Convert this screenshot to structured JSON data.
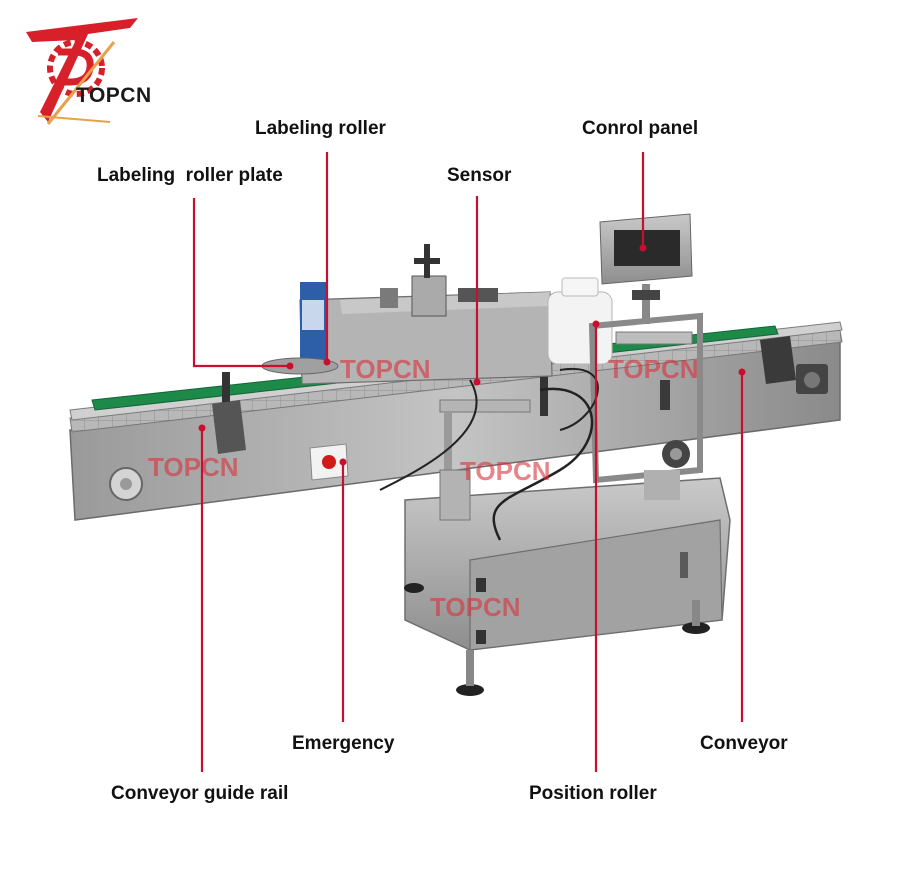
{
  "brand": {
    "name": "TOPCN",
    "watermark": "TOPCN"
  },
  "colors": {
    "leader": "#c8102e",
    "machine": "#a8a8a8",
    "rail": "#1e8a4a",
    "logo": "#d7202a"
  },
  "callouts": {
    "labeling_roller": "Labeling roller",
    "labeling_roller_plate": "Labeling  roller plate",
    "sensor": "Sensor",
    "control_panel": "Conrol panel",
    "emergency": "Emergency",
    "conveyor": "Conveyor",
    "conveyor_guide_rail": "Conveyor guide rail",
    "position_roller": "Position roller"
  }
}
